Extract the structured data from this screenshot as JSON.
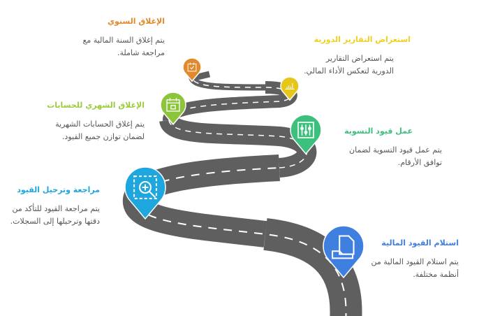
{
  "steps": [
    {
      "title": "استلام القيود المالية",
      "desc1": "يتم استلام القيود المالية من",
      "desc2": "أنظمة مختلفة.",
      "color": "#3f7fe0",
      "icon": "document-tray-icon"
    },
    {
      "title": "مراجعة وترحيل القيود",
      "desc1": "يتم مراجعة القيود للتأكد من",
      "desc2": "دقتها وترحيلها إلى السجلات.",
      "color": "#1ea7df",
      "icon": "zoom-in-selection-icon"
    },
    {
      "title": "عمل قيود التسوية",
      "desc1": "يتم عمل قيود التسوية لضمان",
      "desc2": "توافق الأرقام.",
      "color": "#3dbf7d",
      "icon": "sliders-icon"
    },
    {
      "title": "الإغلاق الشهري للحسابات",
      "desc1": "يتم إغلاق الحسابات الشهرية",
      "desc2": "لضمان توازن جميع القيود.",
      "color": "#8cc43c",
      "icon": "calendar-lock-icon"
    },
    {
      "title": "استعراض التقارير الدورية",
      "desc1": "يتم استعراض التقارير",
      "desc2": "الدورية لتعكس الأداء المالي.",
      "color": "#e6c619",
      "icon": "bar-chart-icon"
    },
    {
      "title": "الإغلاق السنوي",
      "desc1": "يتم إغلاق السنة المالية مع",
      "desc2": "مراجعة شاملة.",
      "color": "#e3892c",
      "icon": "calendar-check-icon"
    }
  ],
  "road_color": "#5f5f5f"
}
